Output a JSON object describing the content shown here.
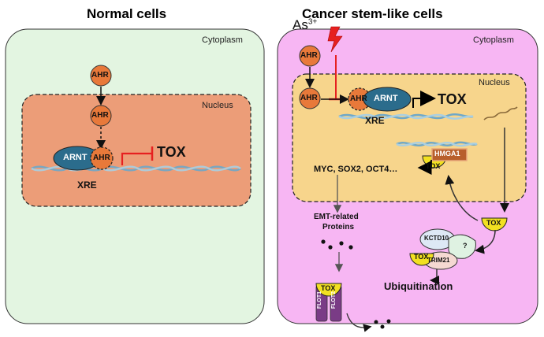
{
  "left_panel": {
    "title": "Normal cells",
    "cytoplasm_label": "Cytoplasm",
    "nucleus_label": "Nucleus",
    "ahr_label": "AHR",
    "arnt_label": "ARNT",
    "xre_label": "XRE",
    "target_label": "TOX"
  },
  "right_panel": {
    "title": "Cancer stem-like cells",
    "arsenic_label": "As",
    "arsenic_superscript": "3+",
    "cytoplasm_label": "Cytoplasm",
    "nucleus_label": "Nucleus",
    "ahr_label": "AHR",
    "arnt_label": "ARNT",
    "xre_label": "XRE",
    "tox_label": "TOX",
    "hmga1_label": "HMGA1",
    "genes_label": "MYC, SOX2, OCT4…",
    "emt_label_line1": "EMT-related",
    "emt_label_line2": "Proteins",
    "kctd10_label": "KCTD10",
    "unknown_label": "?",
    "trim21_label": "TRIM21",
    "ubiquitination_label": "Ubiquitination",
    "flot1_label": "FLOT1",
    "flot2_label": "FLOT2"
  },
  "colors": {
    "left_cytoplasm": "#e3f5e1",
    "left_nucleus": "#ec9d78",
    "right_cytoplasm": "#f7b6f3",
    "right_nucleus": "#f7d58c",
    "ahr": "#e8793a",
    "arnt": "#2b6c8c",
    "tox": "#f2e021",
    "hmga1": "#b85f2c",
    "inhibit": "#e62020",
    "flot": "#7a3c86"
  }
}
